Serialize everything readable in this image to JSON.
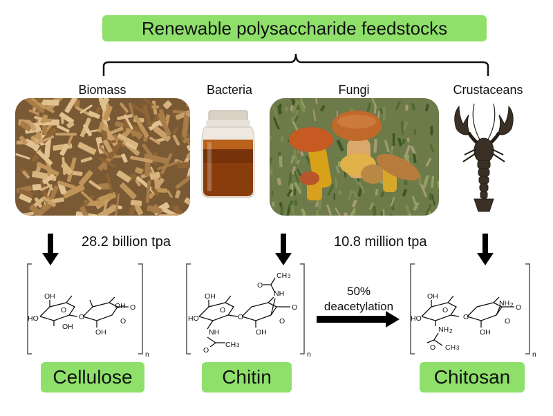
{
  "title": "Renewable polysaccharide feedstocks",
  "sources": {
    "biomass": "Biomass",
    "bacteria": "Bacteria",
    "fungi": "Fungi",
    "crustaceans": "Crustaceans"
  },
  "production": {
    "cellulose": "28.2 billion tpa",
    "chitin": "10.8 million tpa"
  },
  "process": {
    "percent": "50%",
    "label": "deacetylation"
  },
  "polymers": {
    "cellulose": "Cellulose",
    "chitin": "Chitin",
    "chitosan": "Chitosan"
  },
  "chem": {
    "oh": "OH",
    "ho": "HO",
    "o": "O",
    "nh": "NH",
    "nh2": "NH",
    "sub2": "2",
    "ch3": "CH",
    "sub3": "3",
    "n": "n"
  },
  "colors": {
    "label_green": "#8ee06a",
    "arrow": "#000000"
  }
}
